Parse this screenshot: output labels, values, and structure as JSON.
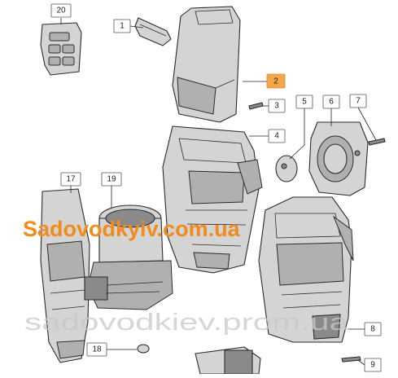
{
  "diagram": {
    "callouts": [
      {
        "id": "20",
        "highlighted": false
      },
      {
        "id": "1",
        "highlighted": false
      },
      {
        "id": "2",
        "highlighted": true
      },
      {
        "id": "3",
        "highlighted": false
      },
      {
        "id": "4",
        "highlighted": false
      },
      {
        "id": "5",
        "highlighted": false
      },
      {
        "id": "6",
        "highlighted": false
      },
      {
        "id": "7",
        "highlighted": false
      },
      {
        "id": "17",
        "highlighted": false
      },
      {
        "id": "19",
        "highlighted": false
      },
      {
        "id": "18",
        "highlighted": false
      },
      {
        "id": "8",
        "highlighted": false
      },
      {
        "id": "9",
        "highlighted": false
      }
    ],
    "highlight_color": "#f4a64a"
  },
  "watermarks": {
    "primary": "Sadovodkyiv.com.ua",
    "primary_color": "#f28a1c",
    "secondary": "sadovodkiev.prom.ua"
  }
}
